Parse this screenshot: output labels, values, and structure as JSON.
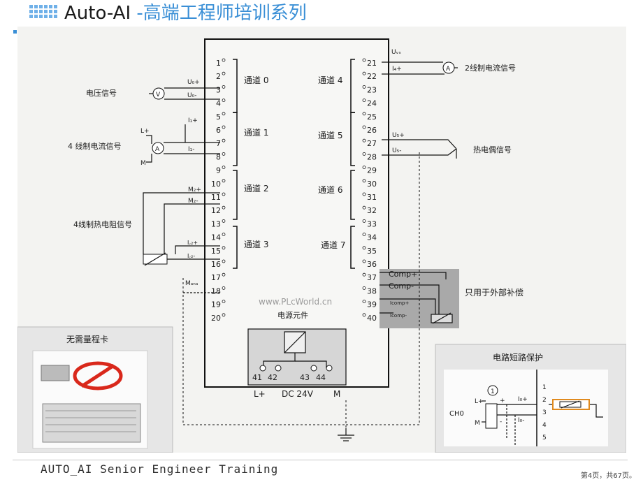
{
  "header": {
    "title_brand": "Auto-AI",
    "title_sep": " -",
    "title_cn": "高端工程师培训系列"
  },
  "diagram": {
    "terminals_left": [
      "1",
      "2",
      "3",
      "4",
      "5",
      "6",
      "7",
      "8",
      "9",
      "10",
      "11",
      "12",
      "13",
      "14",
      "15",
      "16",
      "17",
      "18",
      "19",
      "20"
    ],
    "terminals_right": [
      "21",
      "22",
      "23",
      "24",
      "25",
      "26",
      "27",
      "28",
      "29",
      "30",
      "31",
      "32",
      "33",
      "34",
      "35",
      "36",
      "37",
      "38",
      "39",
      "40"
    ],
    "channels_left": [
      "通道 0",
      "通道 1",
      "通道 2",
      "通道 3"
    ],
    "channels_right": [
      "通道 4",
      "通道 5",
      "通道 6",
      "通道 7"
    ],
    "signal_voltage": "电压信号",
    "signal_4wire_current": "4 线制电流信号",
    "signal_4wire_rtd": "4线制热电阻信号",
    "signal_2wire_current": "2线制电流信号",
    "signal_thermocouple": "热电偶信号",
    "ext_comp_note": "只用于外部补偿",
    "power_module": "电源元件",
    "dc_label": "DC 24V",
    "power_terminals": [
      "41",
      "42",
      "43",
      "44"
    ],
    "lplus": "L+",
    "m_label": "M",
    "lplus_small": "L+",
    "m_small": "M",
    "watermark": "www.PLcWorld.cn",
    "pin_labels": {
      "u0p": "U₀+",
      "u0m": "U₀-",
      "i1p": "I₁+",
      "i1m": "I₁-",
      "m2p": "M₂+",
      "m2m": "M₂-",
      "ic2p": "I꜀₂+",
      "ic2m": "I꜀₂-",
      "mana": "Mₐₙₐ",
      "uvs": "Uᵥₛ",
      "i4p": "I₄+",
      "u5p": "U₅+",
      "u5m": "U₅-",
      "compp": "Comp+",
      "compm": "Comp-",
      "icomp1": "Icomp+",
      "icomp2": "Icomp-",
      "meter_v": "V",
      "meter_a": "A"
    }
  },
  "inset_range_card": {
    "title": "无需量程卡"
  },
  "inset_protection": {
    "title": "电路短路保护",
    "ch_label": "CH0",
    "lplus": "L+",
    "m": "M",
    "plus": "+",
    "minus": "-",
    "i0p": "I₀+",
    "i0m": "I₀-",
    "circle_num": "1",
    "terminals": [
      "1",
      "2",
      "3",
      "4",
      "5"
    ]
  },
  "footer": {
    "left": "AUTO_AI Senior Engineer Training",
    "right": "第4页，共67页。"
  }
}
